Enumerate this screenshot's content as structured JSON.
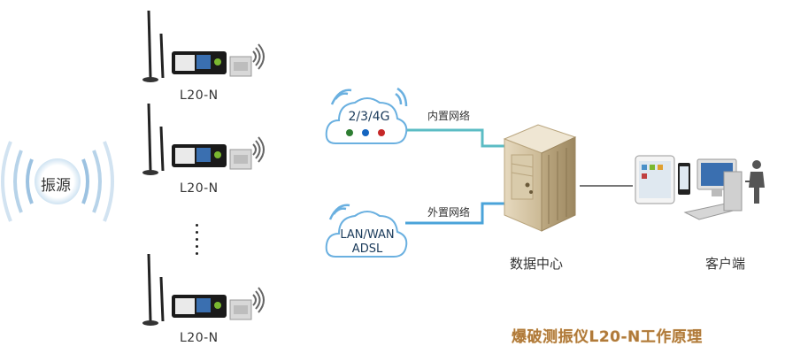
{
  "source": {
    "label": "振源"
  },
  "devices": [
    {
      "label": "L20-N"
    },
    {
      "label": "L20-N"
    },
    {
      "label": "L20-N"
    }
  ],
  "clouds": {
    "mobile": {
      "title": "2/3/4G",
      "network_label": "内置网络"
    },
    "wired": {
      "line1": "LAN/WAN",
      "line2": "ADSL",
      "network_label": "外置网络"
    }
  },
  "datacenter": {
    "label": "数据中心"
  },
  "client": {
    "label": "客户端"
  },
  "caption": "爆破测振仪L20-N工作原理",
  "colors": {
    "wave_blue": "#4a90c8",
    "link_teal": "#5bbcc4",
    "link_blue": "#4aa3d9",
    "caption": "#b07a3a"
  }
}
